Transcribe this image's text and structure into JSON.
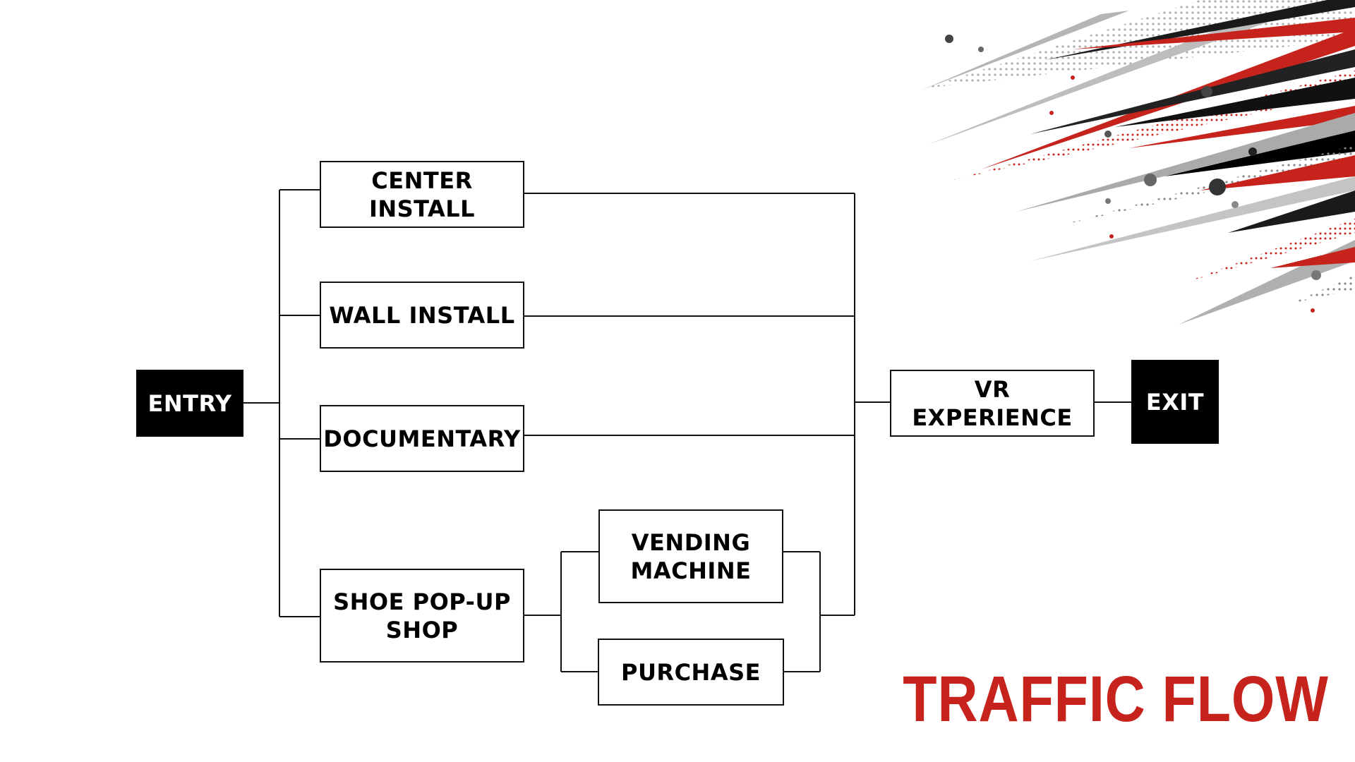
{
  "title": "TRAFFIC FLOW",
  "colors": {
    "accent": "#c6231d",
    "line": "#111111",
    "dark_fill": "#000000"
  },
  "nodes": {
    "entry": "ENTRY",
    "center_install": "CENTER INSTALL",
    "wall_install": "WALL INSTALL",
    "documentary": "DOCUMENTARY",
    "shoe_popup_line1": "SHOE POP-UP",
    "shoe_popup_line2": "SHOP",
    "vending_line1": "VENDING",
    "vending_line2": "MACHINE",
    "purchase": "PURCHASE",
    "vr_experience": "VR EXPERIENCE",
    "exit": "EXIT"
  },
  "decoration": "red-black-grey-splash"
}
